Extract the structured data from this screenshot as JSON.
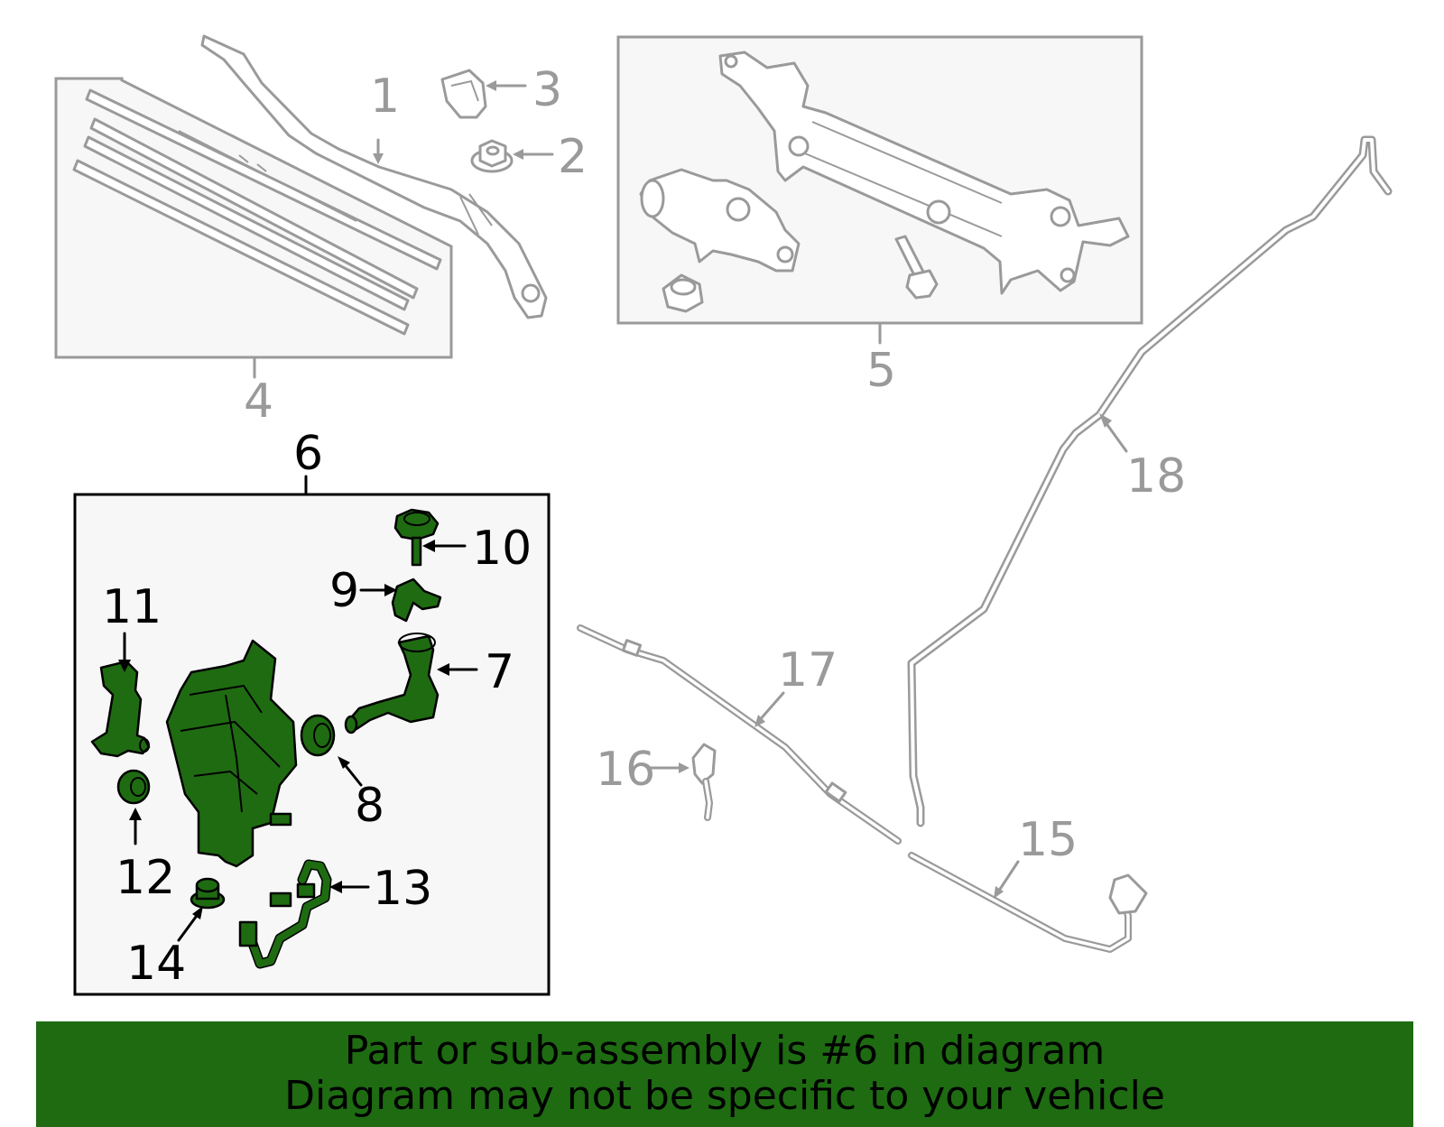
{
  "callouts": {
    "c1": "1",
    "c2": "2",
    "c3": "3",
    "c4": "4",
    "c5": "5",
    "c6": "6",
    "c7": "7",
    "c8": "8",
    "c9": "9",
    "c10": "10",
    "c11": "11",
    "c12": "12",
    "c13": "13",
    "c14": "14",
    "c15": "15",
    "c16": "16",
    "c17": "17",
    "c18": "18"
  },
  "highlighted_part": "6",
  "colors": {
    "highlight_green": "#1f6b12",
    "banner_green": "#1e6b12",
    "inactive_grey": "#9a9a9a",
    "panel_fill": "#f7f7f7"
  },
  "banner": {
    "line1": "Part or sub-assembly is #6 in diagram",
    "line2": "Diagram may not be specific to your vehicle"
  }
}
